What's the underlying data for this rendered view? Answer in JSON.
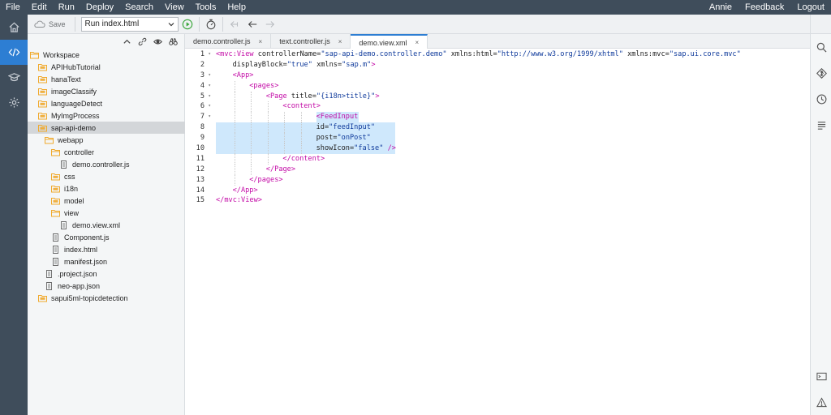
{
  "menubar": {
    "items": [
      "File",
      "Edit",
      "Run",
      "Deploy",
      "Search",
      "View",
      "Tools",
      "Help"
    ],
    "user": "Annie",
    "feedback": "Feedback",
    "logout": "Logout"
  },
  "toolbar": {
    "save_label": "Save",
    "run_config": "Run index.html"
  },
  "tree": [
    {
      "label": "Workspace",
      "type": "folder-open",
      "depth": 0
    },
    {
      "label": "APIHubTutorial",
      "type": "folder",
      "depth": 1
    },
    {
      "label": "hanaText",
      "type": "folder",
      "depth": 1
    },
    {
      "label": "imageClassify",
      "type": "folder",
      "depth": 1
    },
    {
      "label": "languageDetect",
      "type": "folder",
      "depth": 1
    },
    {
      "label": "MyImgProcess",
      "type": "folder",
      "depth": 1
    },
    {
      "label": "sap-api-demo",
      "type": "folder",
      "depth": 1,
      "selected": true
    },
    {
      "label": "webapp",
      "type": "folder-open",
      "depth": 2
    },
    {
      "label": "controller",
      "type": "folder-open",
      "depth": 3
    },
    {
      "label": "demo.controller.js",
      "type": "file",
      "depth": 4
    },
    {
      "label": "css",
      "type": "folder",
      "depth": 3
    },
    {
      "label": "i18n",
      "type": "folder",
      "depth": 3
    },
    {
      "label": "model",
      "type": "folder",
      "depth": 3
    },
    {
      "label": "view",
      "type": "folder-open",
      "depth": 3
    },
    {
      "label": "demo.view.xml",
      "type": "file",
      "depth": 4
    },
    {
      "label": "Component.js",
      "type": "file",
      "depth": 3
    },
    {
      "label": "index.html",
      "type": "file",
      "depth": 3
    },
    {
      "label": "manifest.json",
      "type": "file",
      "depth": 3
    },
    {
      "label": ".project.json",
      "type": "file",
      "depth": 2
    },
    {
      "label": "neo-app.json",
      "type": "file",
      "depth": 2
    },
    {
      "label": "sapui5ml-topicdetection",
      "type": "folder",
      "depth": 1
    }
  ],
  "tabs": [
    {
      "label": "demo.controller.js",
      "close": "×",
      "active": false
    },
    {
      "label": "text.controller.js",
      "close": "×",
      "active": false
    },
    {
      "label": "demo.view.xml",
      "close": "×",
      "active": true
    }
  ],
  "editor": {
    "lines": [
      {
        "n": "1",
        "fold": "▾",
        "indent": 0,
        "tokens": [
          [
            "tag",
            "<mvc:View "
          ],
          [
            "attr",
            "controllerName="
          ],
          [
            "val",
            "\"sap-api-demo.controller.demo\""
          ],
          [
            "attr",
            " xmlns:html="
          ],
          [
            "val",
            "\"http://www.w3.org/1999/xhtml\""
          ],
          [
            "attr",
            " xmlns:mvc="
          ],
          [
            "val",
            "\"sap.ui.core.mvc\""
          ]
        ]
      },
      {
        "n": "2",
        "fold": "",
        "indent": 1,
        "tokens": [
          [
            "attr",
            "displayBlock="
          ],
          [
            "val",
            "\"true\""
          ],
          [
            "attr",
            " xmlns="
          ],
          [
            "val",
            "\"sap.m\""
          ],
          [
            "tag",
            ">"
          ]
        ]
      },
      {
        "n": "3",
        "fold": "▾",
        "indent": 1,
        "tokens": [
          [
            "tag",
            "<App>"
          ]
        ]
      },
      {
        "n": "4",
        "fold": "▾",
        "indent": 2,
        "tokens": [
          [
            "tag",
            "<pages>"
          ]
        ]
      },
      {
        "n": "5",
        "fold": "▾",
        "indent": 3,
        "tokens": [
          [
            "tag",
            "<Page "
          ],
          [
            "attr",
            "title="
          ],
          [
            "val",
            "\"{i18n>title}\""
          ],
          [
            "tag",
            ">"
          ]
        ]
      },
      {
        "n": "6",
        "fold": "▾",
        "indent": 4,
        "tokens": [
          [
            "tag",
            "<content>"
          ]
        ]
      },
      {
        "n": "7",
        "fold": "▾",
        "indent": 6,
        "tokens": [
          [
            "tag",
            "<FeedInput"
          ]
        ],
        "sel": "partial"
      },
      {
        "n": "8",
        "fold": "",
        "indent": 6,
        "tokens": [
          [
            "attr",
            "id="
          ],
          [
            "val",
            "\"feedInput\""
          ]
        ],
        "sel": "full"
      },
      {
        "n": "9",
        "fold": "",
        "indent": 6,
        "tokens": [
          [
            "attr",
            "post="
          ],
          [
            "val",
            "\"onPost\""
          ]
        ],
        "sel": "full"
      },
      {
        "n": "10",
        "fold": "",
        "indent": 6,
        "tokens": [
          [
            "attr",
            "showIcon="
          ],
          [
            "val",
            "\"false\""
          ],
          [
            "tag",
            " />"
          ]
        ],
        "sel": "full"
      },
      {
        "n": "11",
        "fold": "",
        "indent": 4,
        "tokens": [
          [
            "tag",
            "</content>"
          ]
        ]
      },
      {
        "n": "12",
        "fold": "",
        "indent": 3,
        "tokens": [
          [
            "tag",
            "</Page>"
          ]
        ]
      },
      {
        "n": "13",
        "fold": "",
        "indent": 2,
        "tokens": [
          [
            "tag",
            "</pages>"
          ]
        ]
      },
      {
        "n": "14",
        "fold": "",
        "indent": 1,
        "tokens": [
          [
            "tag",
            "</App>"
          ]
        ]
      },
      {
        "n": "15",
        "fold": "",
        "indent": 0,
        "tokens": [
          [
            "tag",
            "</mvc:View>"
          ]
        ]
      }
    ]
  },
  "colors": {
    "menubar_bg": "#3f4d5b",
    "accent": "#2d7ed3",
    "folder": "#f0a92b",
    "tag": "#c30aa6",
    "value": "#0f3a9b",
    "selection": "#cfe8fc"
  },
  "icons": {
    "activity": [
      "home-icon",
      "code-icon",
      "learn-icon",
      "settings-icon"
    ],
    "right": [
      "search-icon",
      "git-icon",
      "history-icon",
      "outline-icon",
      "console-icon",
      "problems-icon"
    ]
  }
}
